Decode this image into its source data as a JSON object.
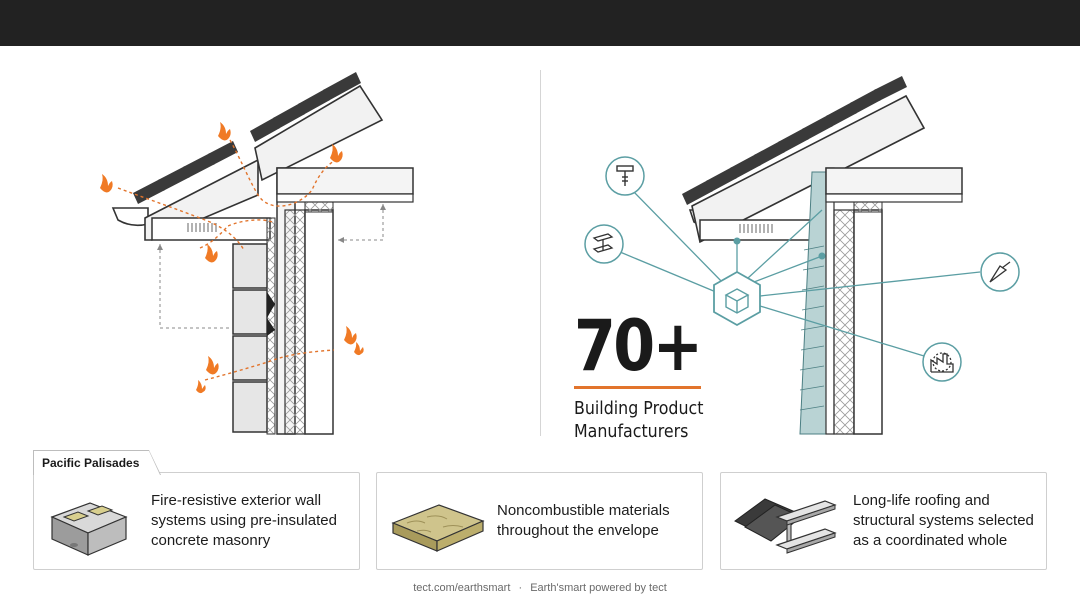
{
  "stat": {
    "number": "70+",
    "label_line1": "Building Product",
    "label_line2": "Manufacturers"
  },
  "tag": {
    "label": "Pacific Palisades"
  },
  "cards": [
    {
      "text_line1": "Fire-resistive exterior wall",
      "text_line2": "systems using pre-insulated",
      "text_line3": "concrete masonry",
      "icon": "concrete-block-icon"
    },
    {
      "text_line1": "Noncombustible materials",
      "text_line2": "throughout the envelope",
      "icon": "insulation-board-icon"
    },
    {
      "text_line1": "Long-life roofing and",
      "text_line2": "structural systems selected",
      "text_line3": "as a coordinated whole",
      "icon": "roof-tile-steel-beam-icon"
    }
  ],
  "footer": {
    "left": "tect.com/earthsmart",
    "separator": "·",
    "right": "Earth'smart powered by tect"
  },
  "colors": {
    "accent": "#e2742c",
    "teal": "#5b9ea3",
    "flame": "#f07a25",
    "dark_bar": "#222222"
  }
}
